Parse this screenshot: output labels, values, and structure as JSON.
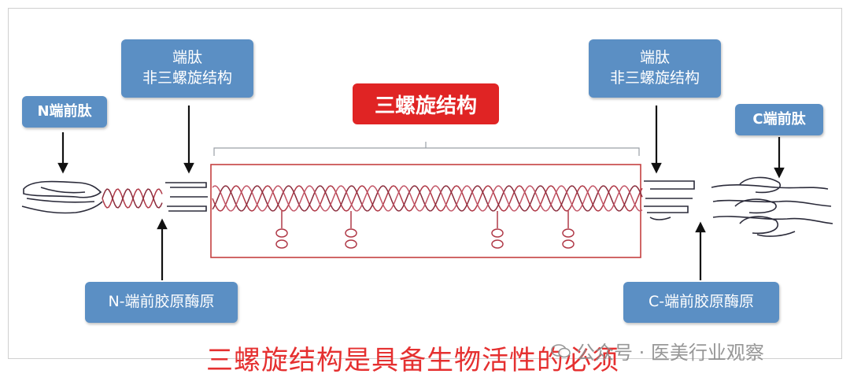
{
  "labels": {
    "n_propeptide": "N端前肽",
    "c_propeptide": "C端前肽",
    "telopeptide_left": [
      "端肽",
      "非三螺旋结构"
    ],
    "telopeptide_right": [
      "端肽",
      "非三螺旋结构"
    ],
    "triple_helix": "三螺旋结构",
    "n_procollagen": "N-端前胶原酶原",
    "c_procollagen": "C-端前胶原酶原"
  },
  "caption": "三螺旋结构是具备生物活性的必须",
  "watermark": "公众号 · 医美行业观察",
  "colors": {
    "box_blue": "#5b8fc4",
    "highlight_red": "#e02424",
    "caption_red": "#e53030",
    "strand_red": "#b03a48",
    "outline_dark": "#2b2b3a"
  }
}
